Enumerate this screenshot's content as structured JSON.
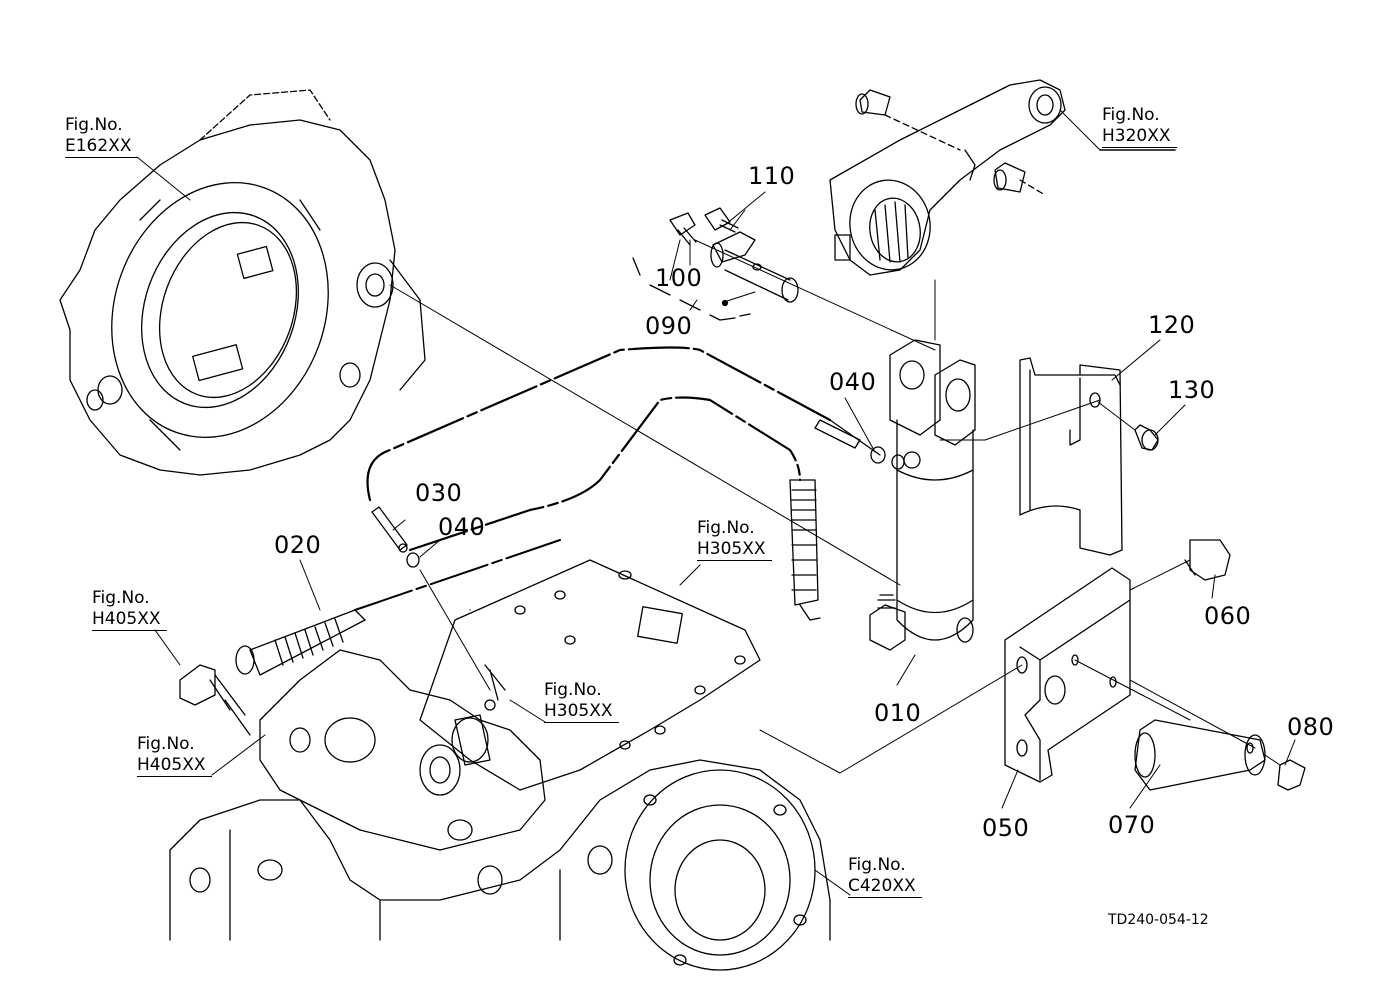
{
  "diagram": {
    "type": "exploded-parts-diagram",
    "drawing_id": "TD240-054-12",
    "callouts": [
      {
        "id": "010",
        "label": "010"
      },
      {
        "id": "020",
        "label": "020"
      },
      {
        "id": "030",
        "label": "030"
      },
      {
        "id": "040a",
        "label": "040"
      },
      {
        "id": "040b",
        "label": "040"
      },
      {
        "id": "050",
        "label": "050"
      },
      {
        "id": "060",
        "label": "060"
      },
      {
        "id": "070",
        "label": "070"
      },
      {
        "id": "080",
        "label": "080"
      },
      {
        "id": "090",
        "label": "090"
      },
      {
        "id": "100",
        "label": "100"
      },
      {
        "id": "110",
        "label": "110"
      },
      {
        "id": "120",
        "label": "120"
      },
      {
        "id": "130",
        "label": "130"
      }
    ],
    "figure_refs": [
      {
        "id": "e162",
        "prefix": "Fig.No.",
        "code": "E162XX"
      },
      {
        "id": "h320",
        "prefix": "Fig.No.",
        "code": "H320XX"
      },
      {
        "id": "h305a",
        "prefix": "Fig.No.",
        "code": "H305XX"
      },
      {
        "id": "h305b",
        "prefix": "Fig.No.",
        "code": "H305XX"
      },
      {
        "id": "h405a",
        "prefix": "Fig.No.",
        "code": "H405XX"
      },
      {
        "id": "h405b",
        "prefix": "Fig.No.",
        "code": "H405XX"
      },
      {
        "id": "c420",
        "prefix": "Fig.No.",
        "code": "C420XX"
      }
    ]
  }
}
